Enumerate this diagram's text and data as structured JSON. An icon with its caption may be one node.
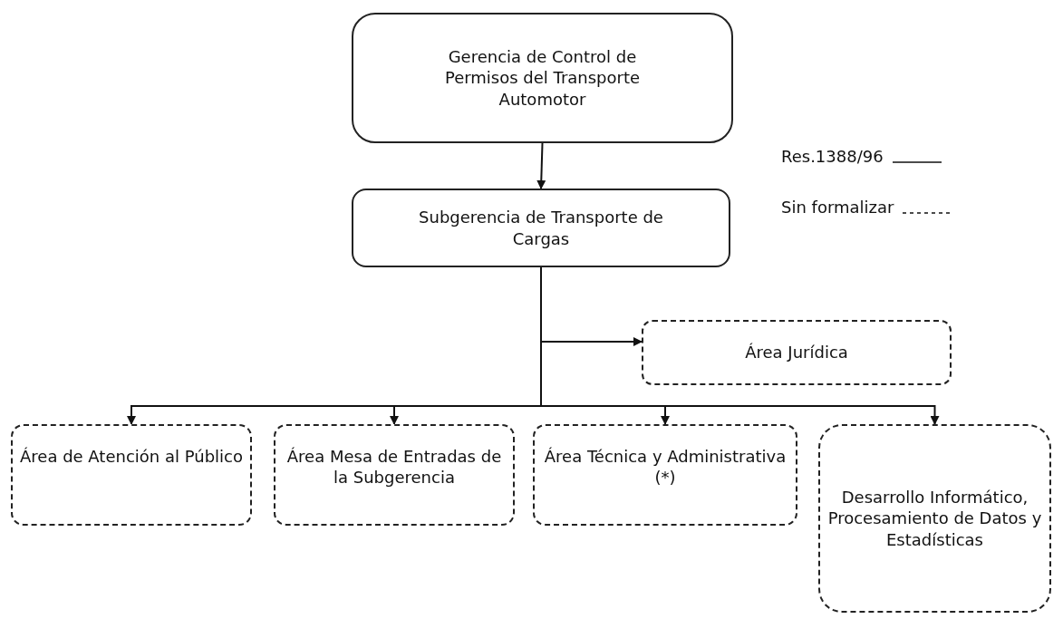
{
  "diagram": {
    "nodes": [
      {
        "text": [
          "Gerencia de Control de Permisos del Transporte Automotor"
        ]
      },
      {
        "text": [
          "Subgerencia de Transporte de Cargas"
        ]
      },
      {
        "text": [
          "Área Jurídica"
        ]
      },
      {
        "text": [
          "Área de Atención al Público"
        ]
      },
      {
        "text": [
          "Área Mesa de Entradas de la Subgerencia"
        ]
      },
      {
        "text": [
          "Área Técnica y Administrativa (*)"
        ]
      },
      {
        "text": [
          "Desarrollo Informático, Procesamiento de Datos y Estadísticas"
        ]
      }
    ],
    "edges": [
      {
        "from": 0,
        "to": 1,
        "arrow": "to"
      },
      {
        "from": 1,
        "to": 2,
        "arrow": "to"
      },
      {
        "from": 1,
        "to": 3,
        "arrow": "to"
      },
      {
        "from": 1,
        "to": 4,
        "arrow": "to"
      },
      {
        "from": 1,
        "to": 5,
        "arrow": "to"
      },
      {
        "from": 1,
        "to": 6,
        "arrow": "to"
      }
    ],
    "legend": [
      {
        "text": "Res.1388/96"
      },
      {
        "text": "Sin formalizar"
      }
    ]
  }
}
